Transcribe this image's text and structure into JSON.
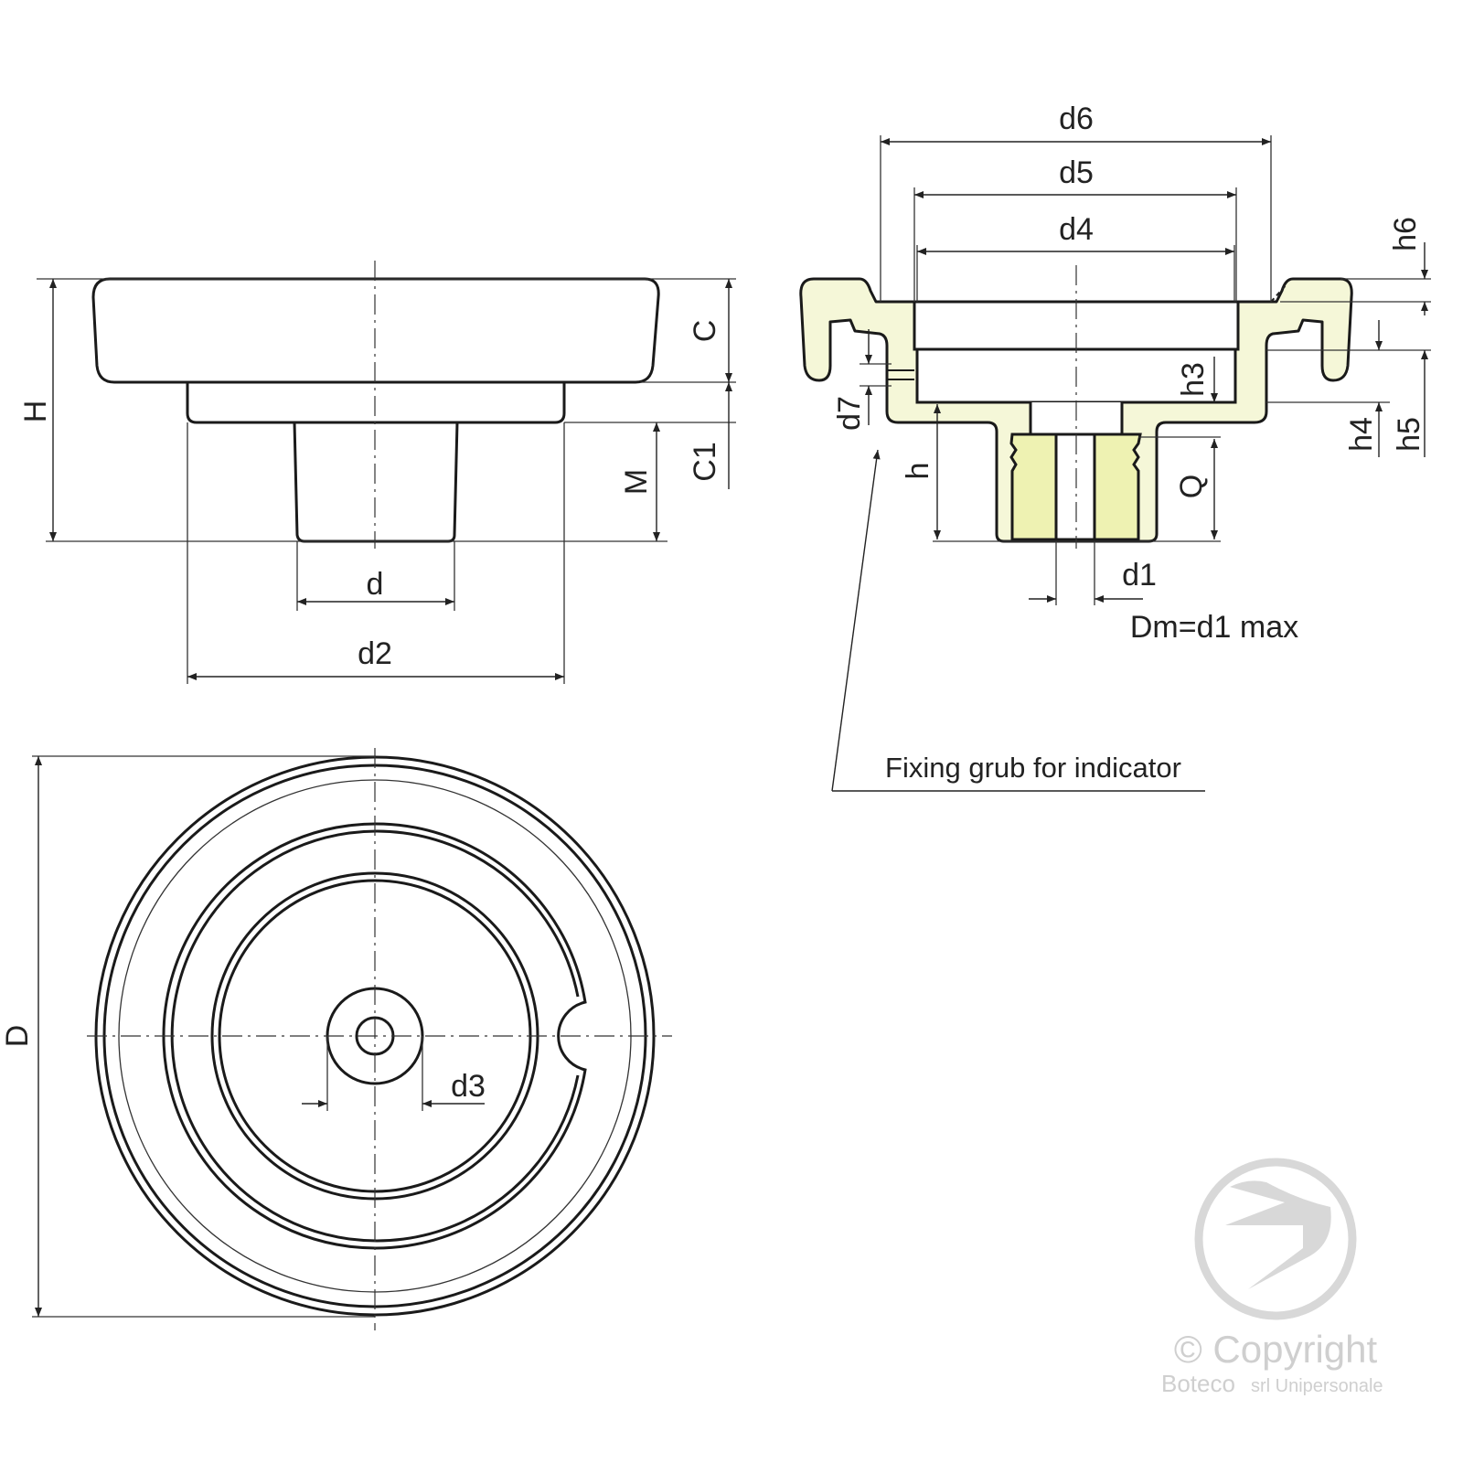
{
  "side_view": {
    "labels": {
      "H": "H",
      "C": "C",
      "C1": "C1",
      "M": "M",
      "d": "d",
      "d2": "d2"
    }
  },
  "section_view": {
    "labels": {
      "d6": "d6",
      "d5": "d5",
      "d4": "d4",
      "h6": "h6",
      "h4": "h4",
      "h5": "h5",
      "h3": "h3",
      "d7": "d7",
      "h": "h",
      "Q": "Q",
      "d1": "d1"
    },
    "dm_note": "Dm=d1 max",
    "grub_note": "Fixing grub for indicator"
  },
  "top_view": {
    "labels": {
      "D": "D",
      "d3": "d3"
    }
  },
  "watermark": {
    "copyright": "© Copyright",
    "company": "Boteco",
    "company_suffix": "srl Unipersonale"
  },
  "colors": {
    "body_fill": "#f5f7d8",
    "insert_fill": "#eef2b2",
    "line": "#1a1a1a",
    "watermark": "#d8d8d8"
  }
}
